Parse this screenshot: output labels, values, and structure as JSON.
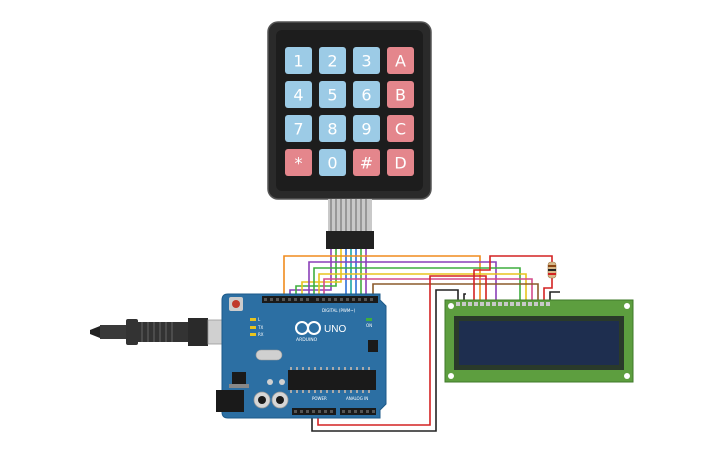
{
  "keypad": {
    "keys": [
      {
        "label": "1",
        "color": "#9ccbe6"
      },
      {
        "label": "2",
        "color": "#9ccbe6"
      },
      {
        "label": "3",
        "color": "#9ccbe6"
      },
      {
        "label": "A",
        "color": "#e4868c"
      },
      {
        "label": "4",
        "color": "#9ccbe6"
      },
      {
        "label": "5",
        "color": "#9ccbe6"
      },
      {
        "label": "6",
        "color": "#9ccbe6"
      },
      {
        "label": "B",
        "color": "#e4868c"
      },
      {
        "label": "7",
        "color": "#9ccbe6"
      },
      {
        "label": "8",
        "color": "#9ccbe6"
      },
      {
        "label": "9",
        "color": "#9ccbe6"
      },
      {
        "label": "C",
        "color": "#e4868c"
      },
      {
        "label": "*",
        "color": "#e4868c"
      },
      {
        "label": "0",
        "color": "#9ccbe6"
      },
      {
        "label": "#",
        "color": "#e4868c"
      },
      {
        "label": "D",
        "color": "#e4868c"
      }
    ]
  },
  "arduino": {
    "logo_text": "UNO",
    "brand_text": "ARDUINO",
    "digital_label": "DIGITAL (PWM~)",
    "analog_label": "ANALOG IN",
    "power_label": "POWER",
    "tx_label": "TX",
    "rx_label": "RX",
    "on_label": "ON",
    "l_label": "L",
    "board_color": "#2c6fa3"
  },
  "lcd": {
    "pcb_color": "#5d9e3f",
    "screen_color": "#1e2e4f"
  },
  "wire_colors": {
    "red": "#d42222",
    "black": "#222222",
    "orange": "#f08c1e",
    "purple": "#8a3fb8",
    "green": "#3fae3f",
    "yellow": "#e8c41e",
    "blue": "#2e6fd8",
    "teal": "#1aa6a6",
    "brown": "#8b5a2b",
    "pink": "#d44a8a"
  }
}
